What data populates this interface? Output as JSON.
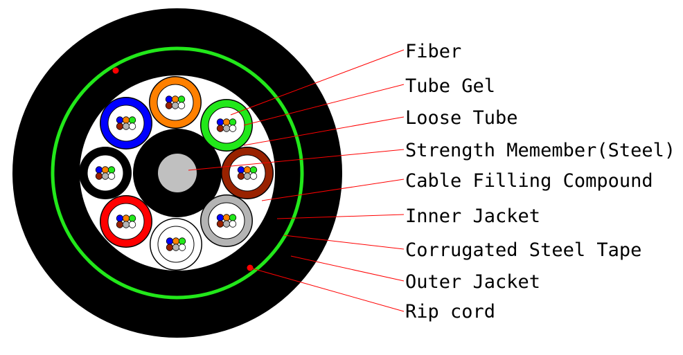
{
  "labels": [
    "Fiber",
    "Tube Gel",
    "Loose Tube",
    "Strength Memember(Steel)",
    "Cable Filling Compound",
    "Inner Jacket",
    "Corrugated Steel Tape",
    "Outer Jacket",
    "Rip cord"
  ],
  "colors": {
    "outer_jacket": "#000000",
    "steel_tape": "#22e81a",
    "rip_cord": "#ff0000",
    "strength_member": "#c0c0c0",
    "leader_line": "#ff0000",
    "tube_colors": [
      "#ff8000",
      "#22e81a",
      "#992200",
      "#b4b4b4",
      "#ffffff",
      "#ff0000",
      "#000000",
      "#0000ff"
    ],
    "fiber_colors": [
      "#0000ff",
      "#ff8000",
      "#22e81a",
      "#992200",
      "#b4b4b4",
      "#ffffff"
    ]
  }
}
